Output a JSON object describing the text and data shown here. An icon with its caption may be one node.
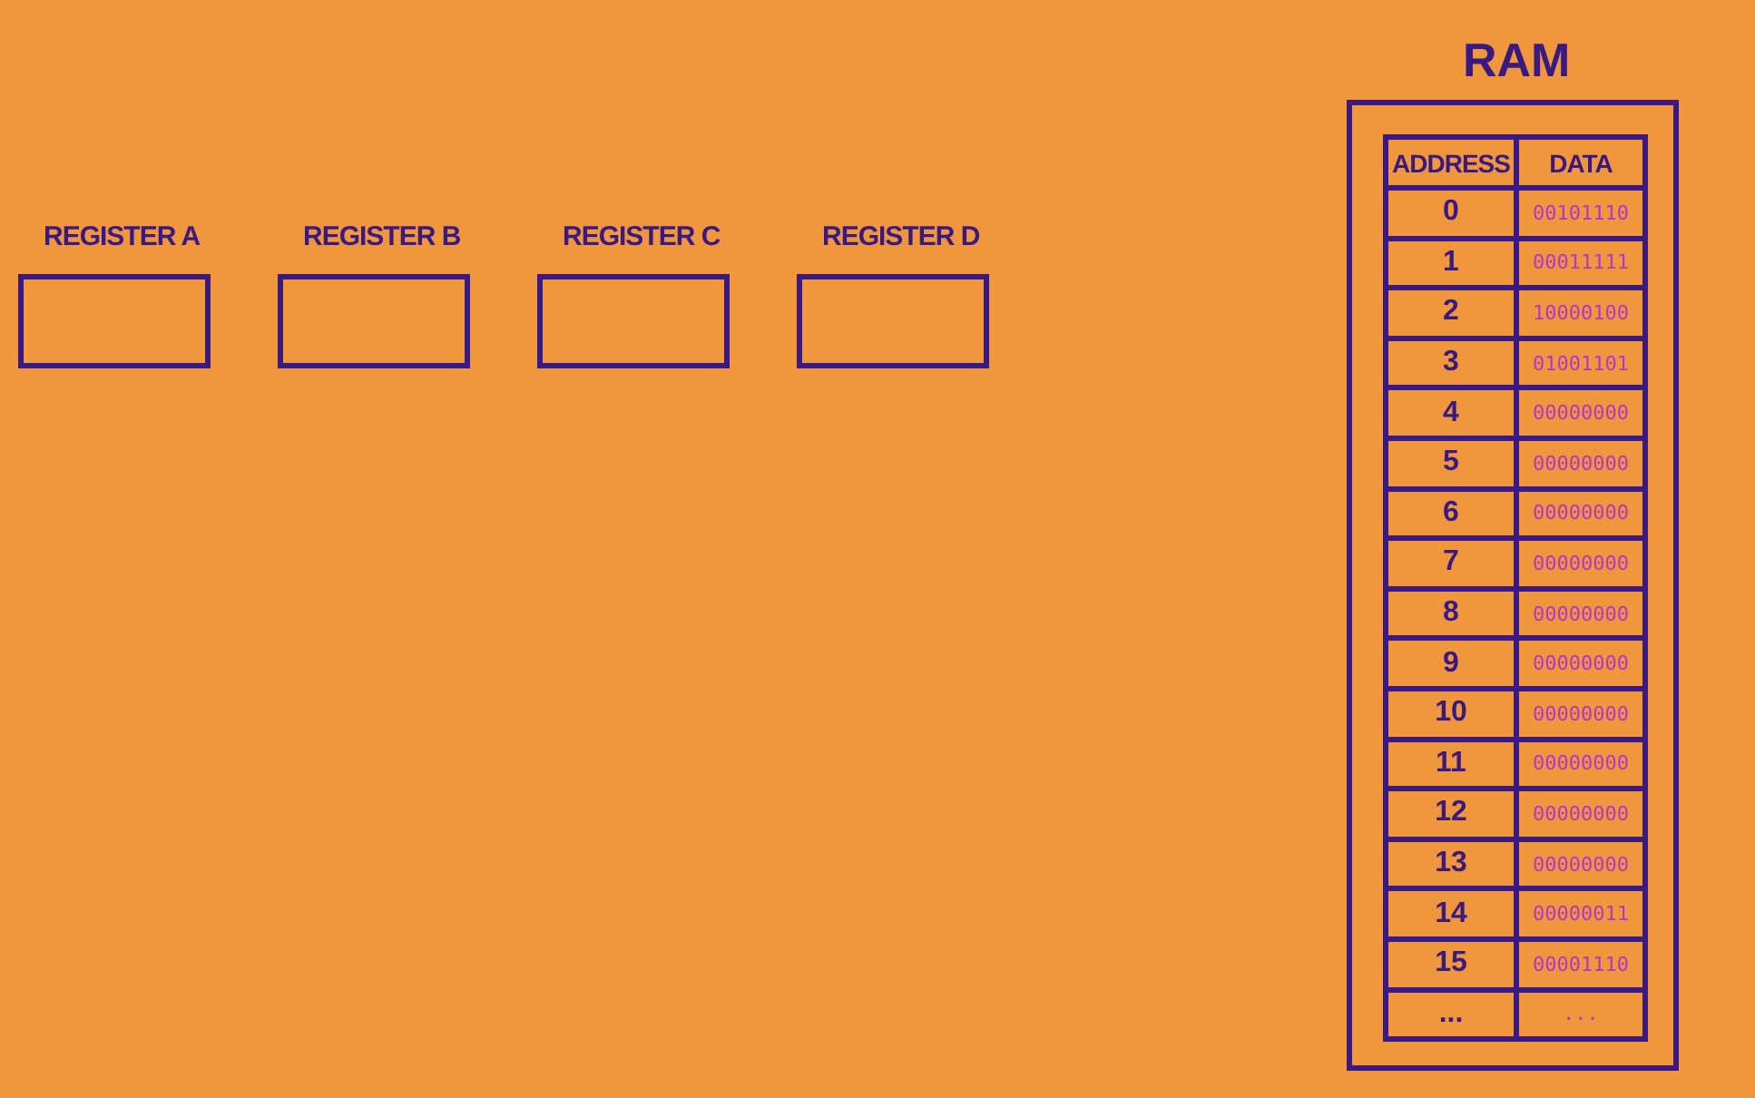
{
  "diagram": {
    "nodes": [
      {
        "text": [
          "REGISTER A"
        ]
      },
      {
        "text": [
          "REGISTER B"
        ]
      },
      {
        "text": [
          "REGISTER C"
        ]
      },
      {
        "text": [
          "REGISTER D"
        ]
      },
      {
        "text": [
          "RAM"
        ]
      }
    ],
    "edges": [],
    "labels": [
      "ADDRESS",
      "DATA",
      "0",
      "00101110",
      "1",
      "00011111",
      "2",
      "10000100",
      "3",
      "01001101",
      "4",
      "00000000",
      "5",
      "00000000",
      "6",
      "00000000",
      "7",
      "00000000",
      "8",
      "00000000",
      "9",
      "00000000",
      "10",
      "00000000",
      "11",
      "00000000",
      "12",
      "00000000",
      "13",
      "00000000",
      "14",
      "00000011",
      "15",
      "00001110",
      "...",
      "..."
    ]
  }
}
